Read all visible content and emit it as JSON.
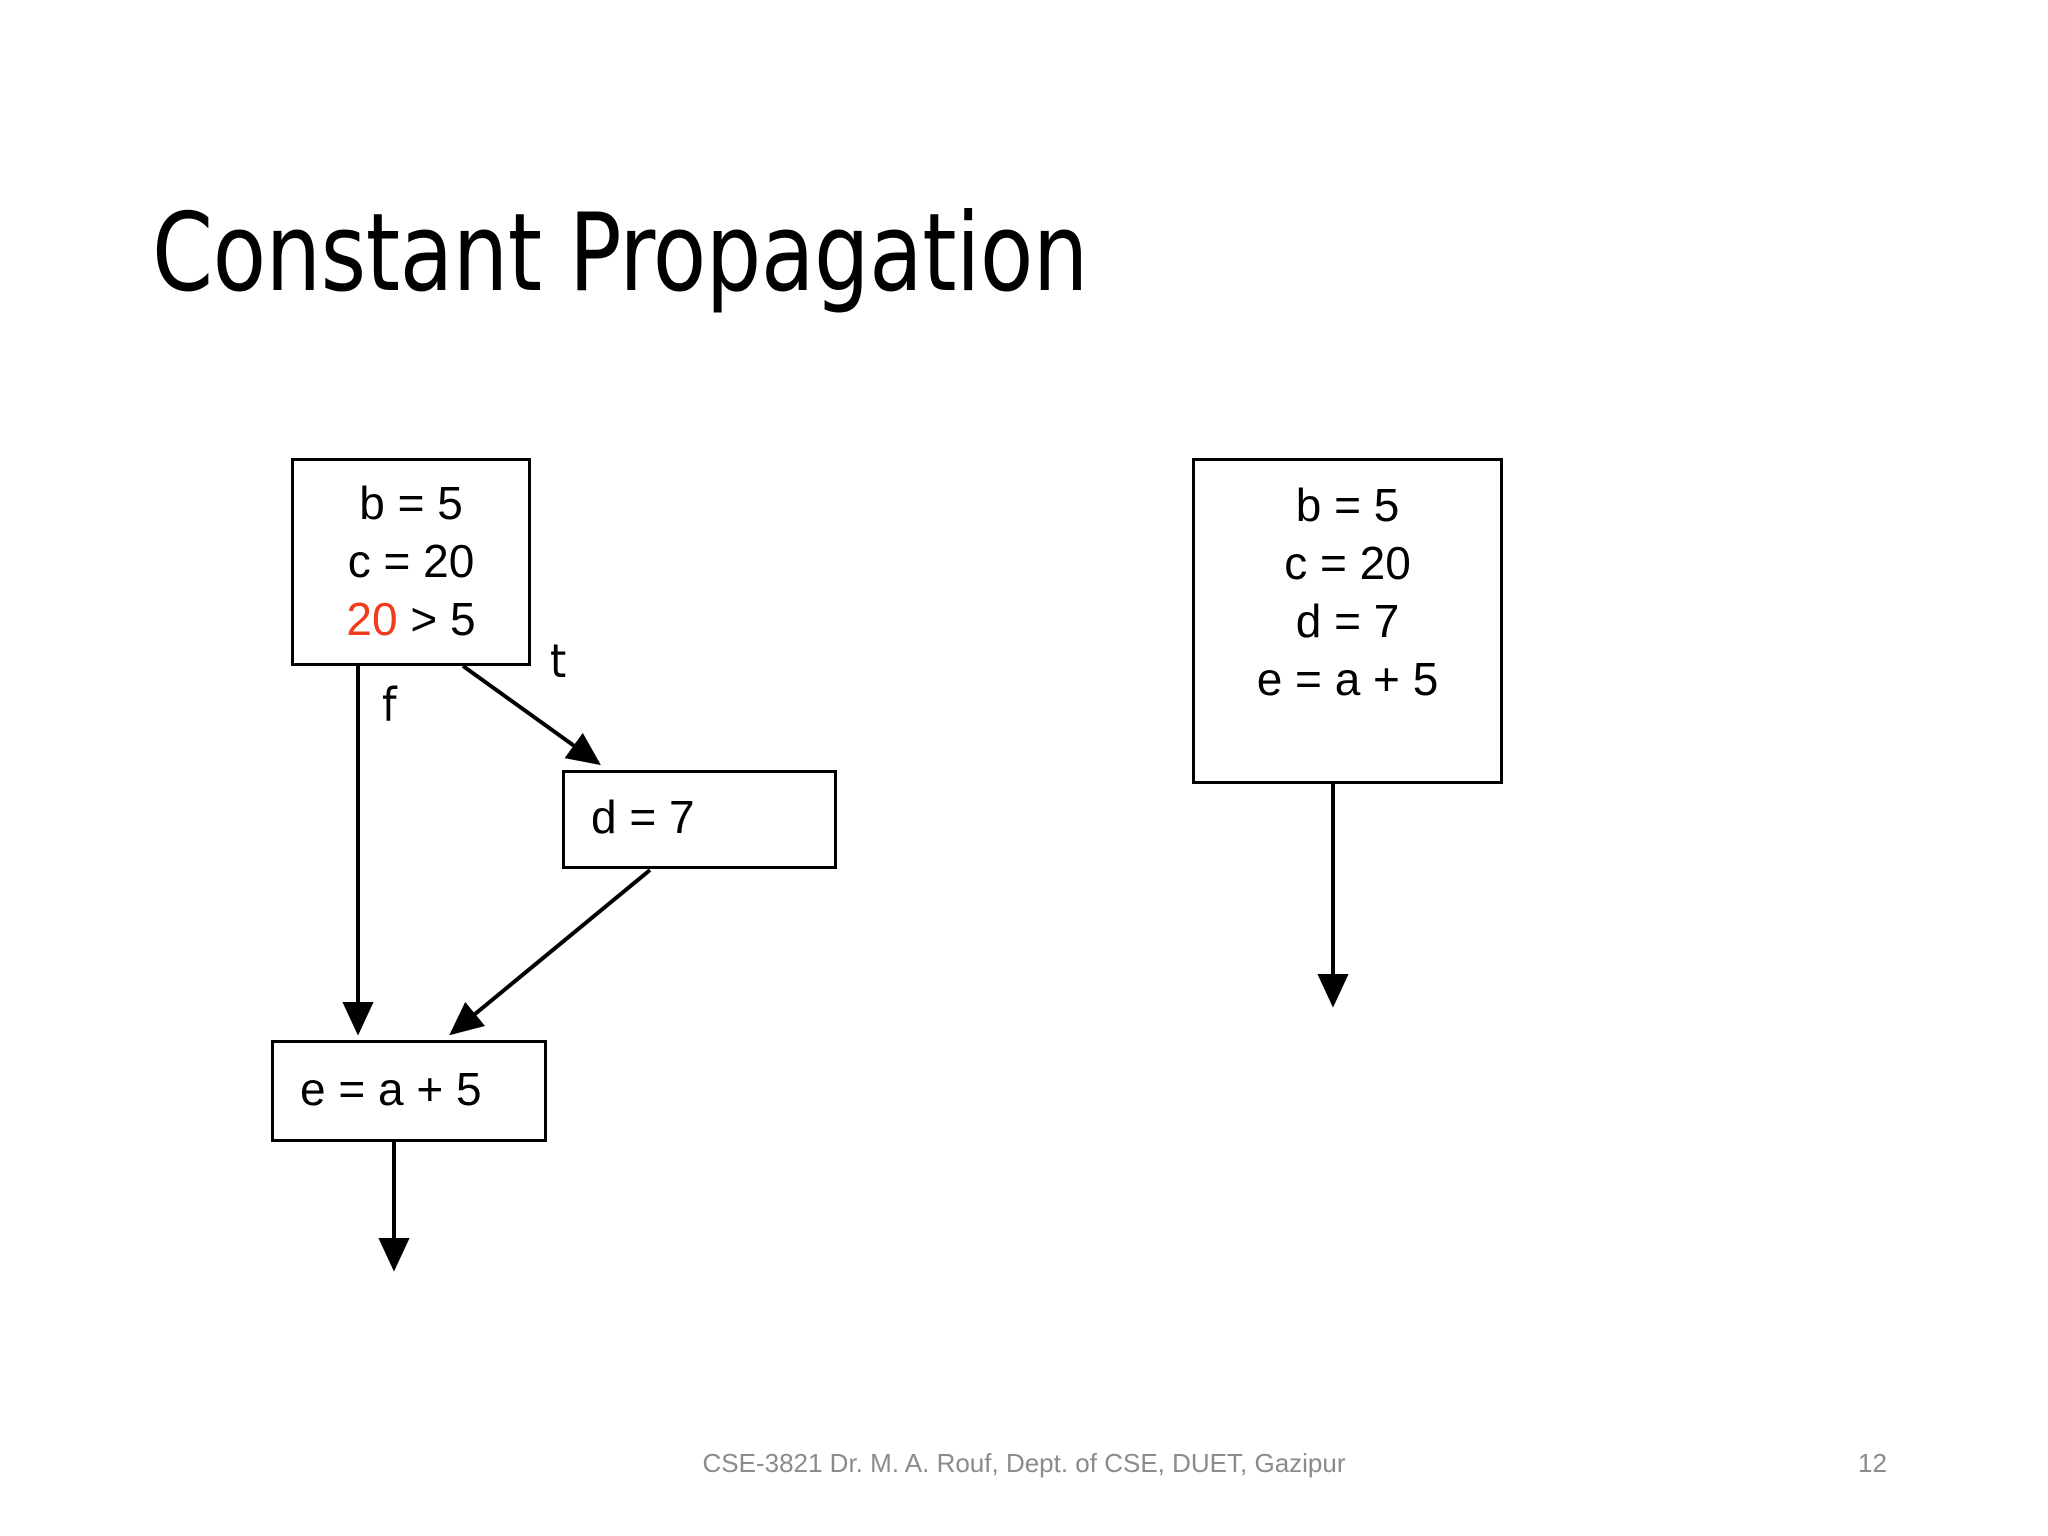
{
  "slide": {
    "title": "Constant Propagation",
    "page_number": "12",
    "footer": "CSE-3821 Dr. M. A. Rouf, Dept. of CSE, DUET, Gazipur",
    "accent_color": "#EF3C1C",
    "text_color": "#000000",
    "footer_color": "#8b8b8b",
    "background_color": "#ffffff"
  },
  "diagram": {
    "type": "control-flow-graph",
    "before": {
      "entry_block": {
        "lines": [
          "b = 5",
          "c = 20",
          "20 > 5"
        ],
        "highlight_token": "20",
        "comparison_rest": " > 5"
      },
      "then_block": {
        "lines": [
          "d = 7"
        ]
      },
      "merge_block": {
        "lines": [
          "e = a + 5"
        ]
      },
      "edges": [
        {
          "label": "f",
          "from": "entry_block",
          "to": "merge_block"
        },
        {
          "label": "t",
          "from": "entry_block",
          "to": "then_block"
        },
        {
          "label": "",
          "from": "then_block",
          "to": "merge_block"
        },
        {
          "label": "",
          "from": "merge_block",
          "to": "exit"
        }
      ]
    },
    "after": {
      "optimized_block": {
        "lines": [
          "b = 5",
          "c = 20",
          "d = 7",
          "e = a + 5"
        ]
      },
      "edges": [
        {
          "label": "",
          "from": "optimized_block",
          "to": "exit"
        }
      ]
    }
  }
}
